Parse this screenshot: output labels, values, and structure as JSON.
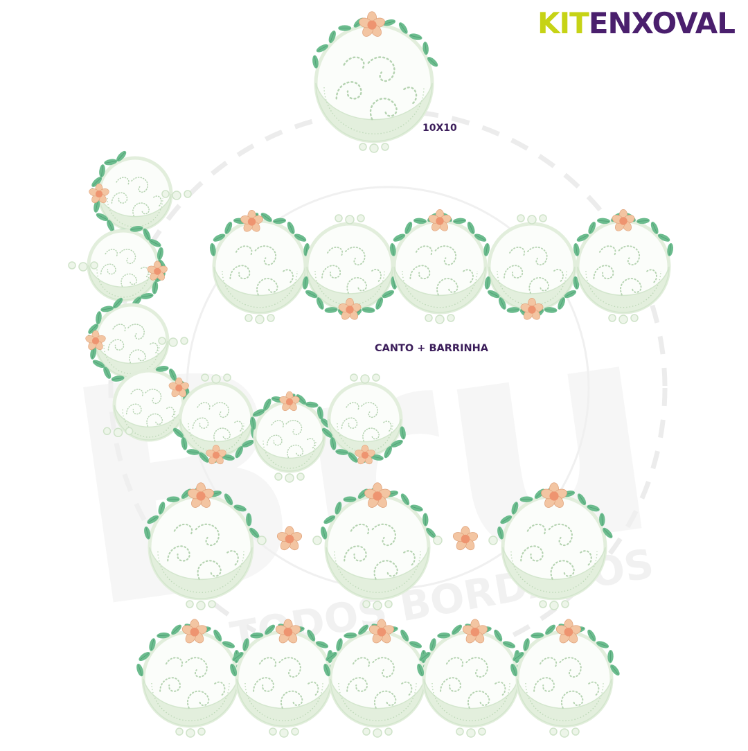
{
  "brand": {
    "kit": "KIT",
    "enxoval": "ENXOVAL"
  },
  "labels": {
    "size": "10X10",
    "canto": "CANTO + BARRINHA"
  },
  "watermark": {
    "mark": "Bru",
    "ring": "TODOS BORDADOS"
  },
  "colors": {
    "kit_accent": "#c6d315",
    "brand_purple": "#4a1f6d",
    "caption_purple": "#3b1d5a",
    "satin_mint": "#e2eedc",
    "leaf_green": "#6cbc8e",
    "flower_peach": "#f3c5a2",
    "flower_center": "#ee9470"
  },
  "icons": [
    "flower-icon",
    "leaf-icon",
    "swirl-icon"
  ]
}
